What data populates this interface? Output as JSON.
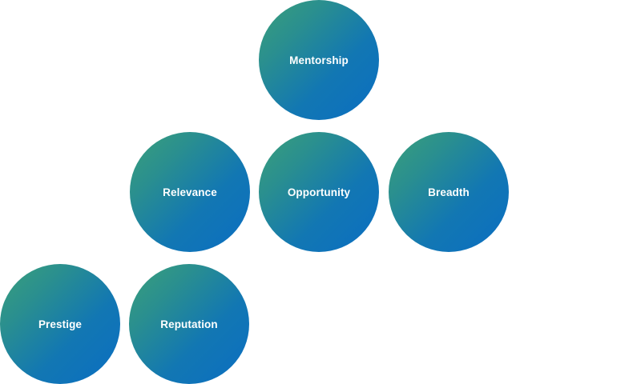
{
  "bubbles": {
    "mentorship": "Mentorship",
    "relevance": "Relevance",
    "opportunity": "Opportunity",
    "breadth": "Breadth",
    "prestige": "Prestige",
    "reputation": "Reputation"
  },
  "colors": {
    "gradient_start": "#3aa07a",
    "gradient_end": "#0b6ec2",
    "label_text": "#ffffff",
    "background": "#ffffff"
  }
}
